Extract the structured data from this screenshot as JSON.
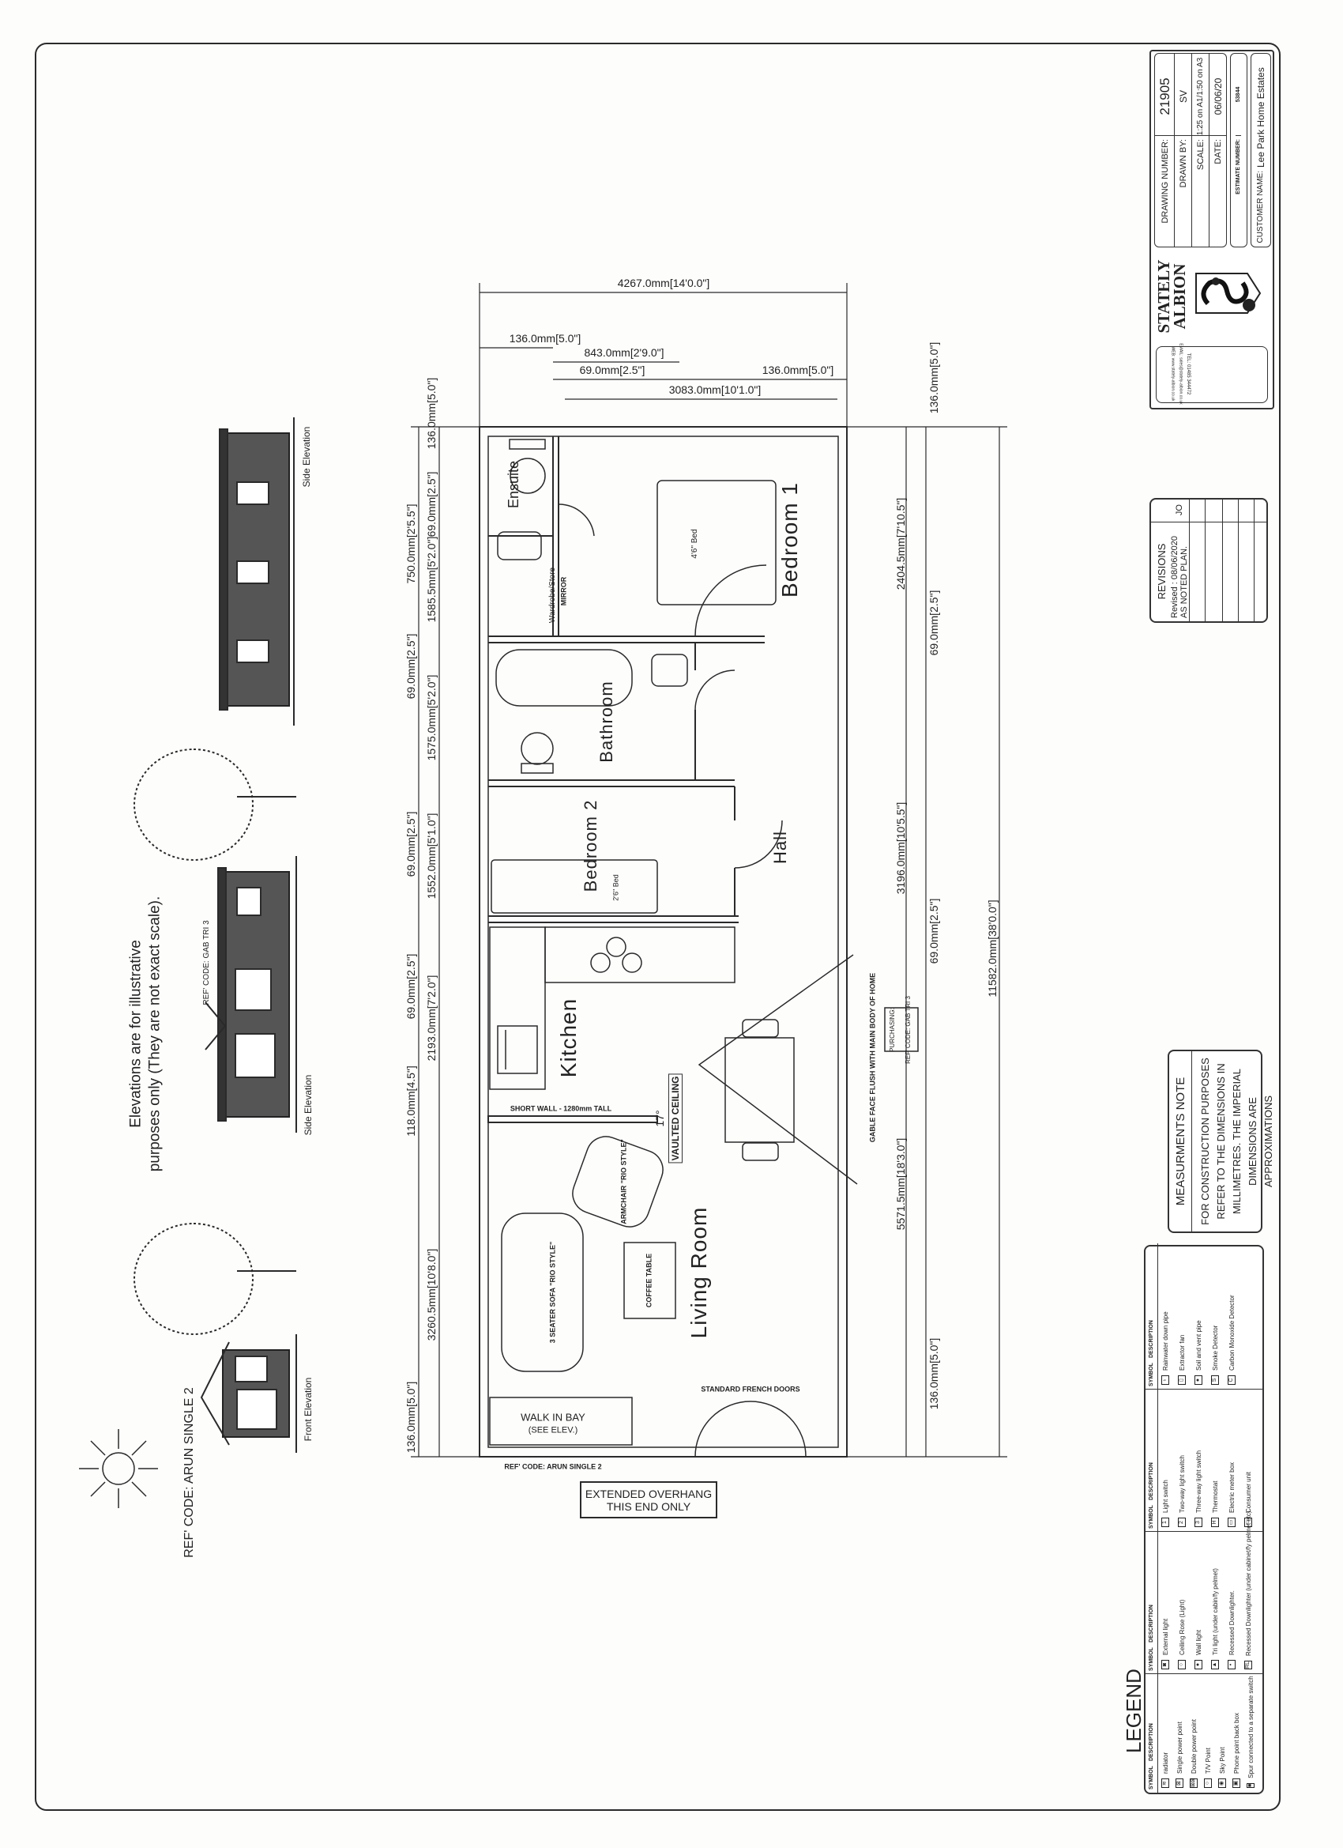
{
  "title_block": {
    "brand_line1": "STATELY",
    "brand_line2": "ALBION",
    "tel": "TEL: 01485 344472",
    "email": "EMAIL: sales@stately-albion.co.uk",
    "web": "WEB: www.stately-albion.co.uk",
    "fields": [
      {
        "label": "DRAWING NUMBER:",
        "value": "21905"
      },
      {
        "label": "DRAWN BY:",
        "value": "SV"
      },
      {
        "label": "SCALE:",
        "value": "1:25 on A1/1:50 on A3"
      },
      {
        "label": "DATE:",
        "value": "06/06/20"
      }
    ],
    "estimate_label": "ESTIMATE NUMBER:",
    "estimate_value": "53844",
    "customer_label": "CUSTOMER NAME:",
    "customer_value": "Lee Park Home Estates"
  },
  "revisions": {
    "title": "REVISIONS",
    "entry_line1": "Revised : 08/06/2020",
    "entry_line2": "AS NOTED PLAN.",
    "initials": "JO"
  },
  "measurements_note": {
    "title": "MEASURMENTS NOTE",
    "line1": "FOR CONSTRUCTION PURPOSES",
    "line2": "REFER TO THE DIMENSIONS IN",
    "line3": "MILLIMETRES. THE IMPERIAL",
    "line4": "DIMENSIONS ARE APPROXIMATIONS"
  },
  "legend": {
    "title": "LEGEND",
    "symbol_header": "SYMBOL",
    "description_header": "DESCRIPTION",
    "groups": [
      [
        {
          "sym": "radiator",
          "label": "radiator"
        },
        {
          "sym": "single-power",
          "label": "Single power point"
        },
        {
          "sym": "double-power",
          "label": "Double power point"
        },
        {
          "sym": "tv",
          "label": "T/V Point"
        },
        {
          "sym": "sky",
          "label": "Sky Point"
        },
        {
          "sym": "phone",
          "label": "Phone point back box"
        },
        {
          "sym": "spur",
          "label": "Spur connected to a separate switch"
        }
      ],
      [
        {
          "sym": "external-light",
          "label": "External light"
        },
        {
          "sym": "ceiling-rose",
          "label": "Ceiling Rose (Light)"
        },
        {
          "sym": "wall-light",
          "label": "Wall light"
        },
        {
          "sym": "tri-light",
          "label": "Tri light (under cabin/fy pelmet)"
        },
        {
          "sym": "downlighter",
          "label": "Recessed Downlighter."
        },
        {
          "sym": "downlighter-cabinet",
          "label": "Recessed Downlighter (under cabinet/fy pelmet etc)"
        }
      ],
      [
        {
          "sym": "switch-1",
          "label": "Light switch"
        },
        {
          "sym": "switch-2",
          "label": "Two-way light switch"
        },
        {
          "sym": "switch-3",
          "label": "Three-way light switch"
        },
        {
          "sym": "thermostat",
          "label": "Thermostat"
        },
        {
          "sym": "meter-box",
          "label": "Electric meter box"
        },
        {
          "sym": "consumer-unit",
          "label": "Consumer unit"
        }
      ],
      [
        {
          "sym": "rainwater",
          "label": "Rainwater down pipe"
        },
        {
          "sym": "extractor",
          "label": "Extractor fan"
        },
        {
          "sym": "soil-pipe",
          "label": "Soil and vent pipe"
        },
        {
          "sym": "smoke",
          "label": "Smoke Detector"
        },
        {
          "sym": "co",
          "label": "Carbon Monoxide Detector"
        }
      ]
    ]
  },
  "elevations": {
    "note_line1": "Elevations are for illustrative",
    "note_line2": "purposes only (They are not exact scale).",
    "side_elevation_1": "Side Elevation",
    "side_elevation_2": "Side Elevation",
    "front_elevation": "Front Elevation",
    "ref_code_gable": "REF' CODE: GAB TRI 3",
    "ref_code_main": "REF' CODE:  ARUN SINGLE 2"
  },
  "plan": {
    "rooms": {
      "bedroom1": "Bedroom 1",
      "ensuite": "Ensuite",
      "wardrobe": "Wardrobe/Store",
      "bathroom": "Bathroom",
      "bedroom2": "Bedroom 2",
      "hall": "Hall",
      "kitchen": "Kitchen",
      "living_room": "Living Room"
    },
    "labels": {
      "bed1": "4'6\" Bed",
      "bed2": "2'6\" Bed",
      "mirror": "MIRROR",
      "short_wall": "SHORT WALL - 1280mm TALL",
      "vaulted_deg": "17°",
      "vaulted": "VAULTED CEILING",
      "sofa": "3 SEATER SOFA \"RIO STYLE\"",
      "armchair": "ARMCHAIR \"RIO STYLE\"",
      "coffee_table": "COFFEE TABLE",
      "walk_in_bay": "WALK IN BAY",
      "see_elev": "(SEE ELEV.)",
      "french_doors": "STANDARD FRENCH DOORS",
      "ref_code": "REF' CODE:  ARUN SINGLE 2",
      "overhang_line1": "EXTENDED OVERHANG",
      "overhang_line2": "THIS END ONLY",
      "purchasing": "PURCHASING:",
      "purchasing_ref": "REF' CODE: GAB TRI 3",
      "gable_face": "GABLE FACE FLUSH WITH MAIN BODY OF HOME"
    },
    "dimensions": {
      "front_outer": [
        "750.0mm[2'5.5\"]",
        "69.0mm[2.5\"]",
        "69.0mm[2.5\"]",
        "69.0mm[2.5\"]",
        "118.0mm[4.5\"]",
        "136.0mm[5.0\"]"
      ],
      "front_inner": [
        "136.0mm[5.0\"]",
        "69.0mm[2.5\"]",
        "1585.5mm[5'2.0\"]",
        "1575.0mm[5'2.0\"]",
        "1552.0mm[5'1.0\"]",
        "2193.0mm[7'2.0\"]",
        "3260.5mm[10'8.0\"]"
      ],
      "rear_inner": [
        "2404.5mm[7'10.5\"]",
        "3196.0mm[10'5.5\"]",
        "5571.5mm[18'3.0\"]"
      ],
      "rear_outer": [
        "136.0mm[5.0\"]",
        "69.0mm[2.5\"]",
        "69.0mm[2.5\"]",
        "136.0mm[5.0\"]"
      ],
      "overall_length": "11582.0mm[38'0.0\"]",
      "width": [
        "4267.0mm[14'0.0\"]",
        "136.0mm[5.0\"]",
        "843.0mm[2'9.0\"]",
        "69.0mm[2.5\"]",
        "3083.0mm[10'1.0\"]",
        "136.0mm[5.0\"]"
      ]
    }
  }
}
